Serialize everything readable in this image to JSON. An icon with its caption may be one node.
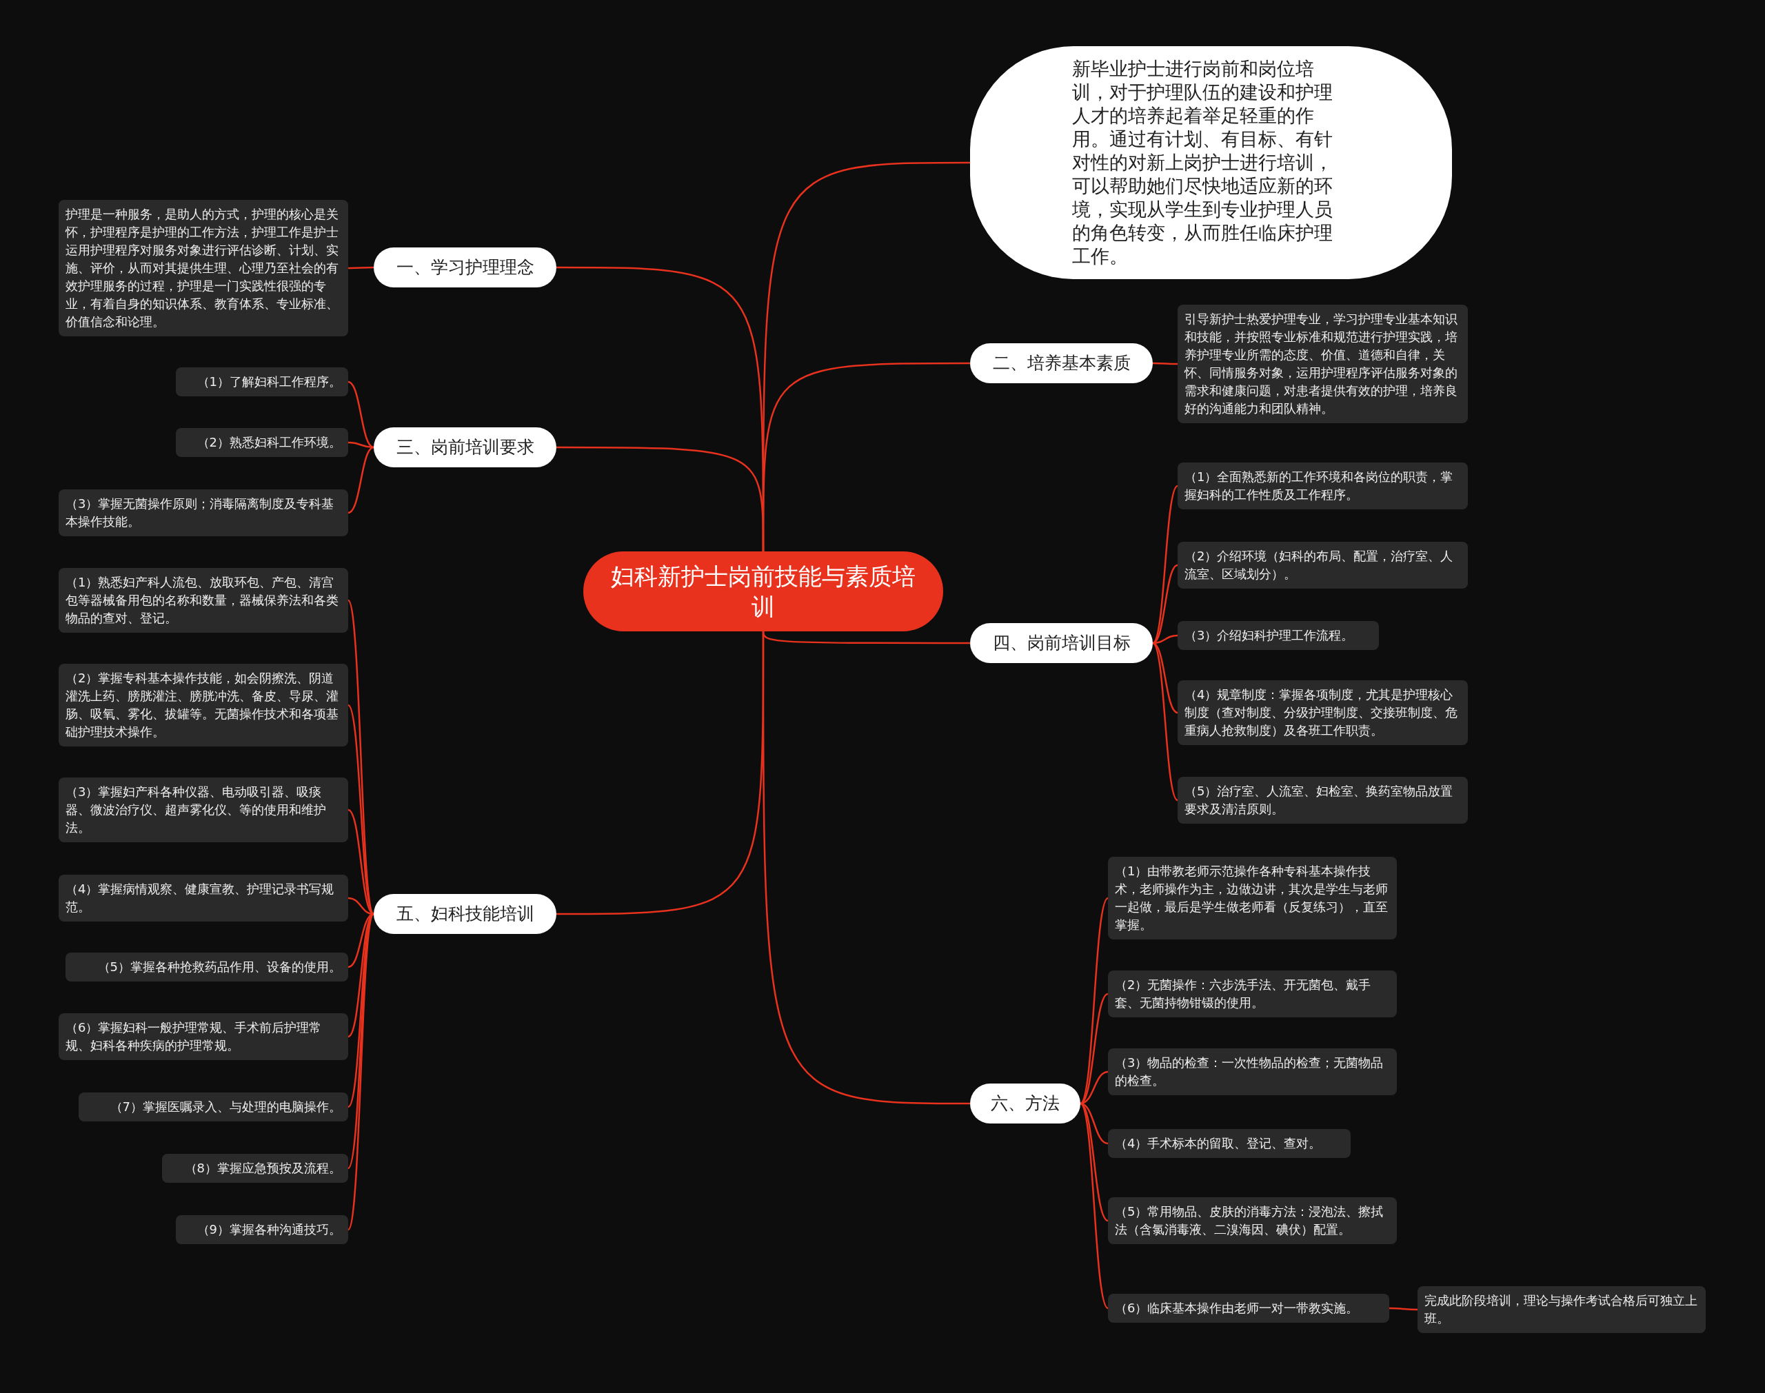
{
  "diagram": {
    "nodes": [
      {
        "text": [
          "妇科新护士岗前技能与素质培训"
        ]
      },
      {
        "text": [
          "新毕业护士进行岗前和岗位培训，对于护理队伍的建设和护理人才的培养起着举足轻重的作用。通过有计划、有目标、有针对性的对新上岗护士进行培训，可以帮助她们尽快地适应新的环境，实现从学生到专业护理人员的角色转变，从而胜任临床护理工作。"
        ]
      },
      {
        "text": [
          "一、学习护理理念"
        ]
      },
      {
        "text": [
          "护理是一种服务，是助人的方式，护理的核心是关怀，护理程序是护理的工作方法，护理工作是护士运用护理程序对服务对象进行评估诊断、计划、实施、评价，从而对其提供生理、心理乃至社会的有效护理服务的过程，护理是一门实践性很强的专业，有着自身的知识体系、教育体系、专业标准、价值信念和论理。"
        ]
      },
      {
        "text": [
          "二、培养基本素质"
        ]
      },
      {
        "text": [
          "引导新护士热爱护理专业，学习护理专业基本知识和技能，并按照专业标准和规范进行护理实践，培养护理专业所需的态度、价值、道德和自律，关怀、同情服务对象，运用护理程序评估服务对象的需求和健康问题，对患者提供有效的护理，培养良好的沟通能力和团队精神。"
        ]
      },
      {
        "text": [
          "三、岗前培训要求"
        ]
      },
      {
        "text": [
          "（1）了解妇科工作程序。"
        ]
      },
      {
        "text": [
          "（2）熟悉妇科工作环境。"
        ]
      },
      {
        "text": [
          "（3）掌握无菌操作原则；消毒隔离制度及专科基本操作技能。"
        ]
      },
      {
        "text": [
          "四、岗前培训目标"
        ]
      },
      {
        "text": [
          "（1）全面熟悉新的工作环境和各岗位的职责，掌握妇科的工作性质及工作程序。"
        ]
      },
      {
        "text": [
          "（2）介绍环境（妇科的布局、配置，治疗室、人流室、区域划分）。"
        ]
      },
      {
        "text": [
          "（3）介绍妇科护理工作流程。"
        ]
      },
      {
        "text": [
          "（4）规章制度：掌握各项制度，尤其是护理核心制度（查对制度、分级护理制度、交接班制度、危重病人抢救制度）及各班工作职责。"
        ]
      },
      {
        "text": [
          "（5）治疗室、人流室、妇检室、换药室物品放置要求及清洁原则。"
        ]
      },
      {
        "text": [
          "五、妇科技能培训"
        ]
      },
      {
        "text": [
          "（1）熟悉妇产科人流包、放取环包、产包、清宫包等器械备用包的名称和数量，器械保养法和各类物品的查对、登记。"
        ]
      },
      {
        "text": [
          "（2）掌握专科基本操作技能，如会阴擦洗、阴道灌洗上药、膀胱灌注、膀胱冲洗、备皮、导尿、灌肠、吸氧、雾化、拔罐等。无菌操作技术和各项基础护理技术操作。"
        ]
      },
      {
        "text": [
          "（3）掌握妇产科各种仪器、电动吸引器、吸痰器、微波治疗仪、超声雾化仪、等的使用和维护法。"
        ]
      },
      {
        "text": [
          "（4）掌握病情观察、健康宣教、护理记录书写规范。"
        ]
      },
      {
        "text": [
          "（5）掌握各种抢救药品作用、设备的使用。"
        ]
      },
      {
        "text": [
          "（6）掌握妇科一般护理常规、手术前后护理常规、妇科各种疾病的护理常规。"
        ]
      },
      {
        "text": [
          "（7）掌握医嘱录入、与处理的电脑操作。"
        ]
      },
      {
        "text": [
          "（8）掌握应急预按及流程。"
        ]
      },
      {
        "text": [
          "（9）掌握各种沟通技巧。"
        ]
      },
      {
        "text": [
          "六、方法"
        ]
      },
      {
        "text": [
          "（1）由带教老师示范操作各种专科基本操作技术，老师操作为主，边做边讲，其次是学生与老师一起做，最后是学生做老师看（反复练习），直至掌握。"
        ]
      },
      {
        "text": [
          "（2）无菌操作：六步洗手法、开无菌包、戴手套、无菌持物钳镊的使用。"
        ]
      },
      {
        "text": [
          "（3）物品的检查：一次性物品的检查；无菌物品的检查。"
        ]
      },
      {
        "text": [
          "（4）手术标本的留取、登记、查对。"
        ]
      },
      {
        "text": [
          "（5）常用物品、皮肤的消毒方法：浸泡法、擦拭法（含氯消毒液、二溴海因、碘伏）配置。"
        ]
      },
      {
        "text": [
          "（6）临床基本操作由老师一对一带教实施。"
        ]
      },
      {
        "text": [
          "完成此阶段培训，理论与操作考试合格后可独立上班。"
        ]
      }
    ],
    "edges": [
      {
        "from": 0,
        "to": 1,
        "arrow": "none"
      },
      {
        "from": 0,
        "to": 2,
        "arrow": "none"
      },
      {
        "from": 0,
        "to": 4,
        "arrow": "none"
      },
      {
        "from": 0,
        "to": 6,
        "arrow": "none"
      },
      {
        "from": 0,
        "to": 10,
        "arrow": "none"
      },
      {
        "from": 0,
        "to": 16,
        "arrow": "none"
      },
      {
        "from": 0,
        "to": 26,
        "arrow": "none"
      },
      {
        "from": 2,
        "to": 3,
        "arrow": "none"
      },
      {
        "from": 4,
        "to": 5,
        "arrow": "none"
      },
      {
        "from": 6,
        "to": 7,
        "arrow": "none"
      },
      {
        "from": 6,
        "to": 8,
        "arrow": "none"
      },
      {
        "from": 6,
        "to": 9,
        "arrow": "none"
      },
      {
        "from": 10,
        "to": 11,
        "arrow": "none"
      },
      {
        "from": 10,
        "to": 12,
        "arrow": "none"
      },
      {
        "from": 10,
        "to": 13,
        "arrow": "none"
      },
      {
        "from": 10,
        "to": 14,
        "arrow": "none"
      },
      {
        "from": 10,
        "to": 15,
        "arrow": "none"
      },
      {
        "from": 16,
        "to": 17,
        "arrow": "none"
      },
      {
        "from": 16,
        "to": 18,
        "arrow": "none"
      },
      {
        "from": 16,
        "to": 19,
        "arrow": "none"
      },
      {
        "from": 16,
        "to": 20,
        "arrow": "none"
      },
      {
        "from": 16,
        "to": 21,
        "arrow": "none"
      },
      {
        "from": 16,
        "to": 22,
        "arrow": "none"
      },
      {
        "from": 16,
        "to": 23,
        "arrow": "none"
      },
      {
        "from": 16,
        "to": 24,
        "arrow": "none"
      },
      {
        "from": 16,
        "to": 25,
        "arrow": "none"
      },
      {
        "from": 26,
        "to": 27,
        "arrow": "none"
      },
      {
        "from": 26,
        "to": 28,
        "arrow": "none"
      },
      {
        "from": 26,
        "to": 29,
        "arrow": "none"
      },
      {
        "from": 26,
        "to": 30,
        "arrow": "none"
      },
      {
        "from": 26,
        "to": 31,
        "arrow": "none"
      },
      {
        "from": 26,
        "to": 32,
        "arrow": "none"
      },
      {
        "from": 32,
        "to": 33,
        "arrow": "none"
      }
    ]
  }
}
